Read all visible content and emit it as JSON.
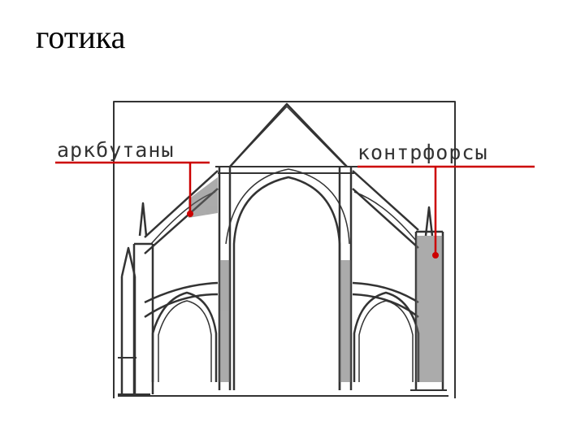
{
  "slide": {
    "title": "готика"
  },
  "diagram": {
    "labels": {
      "flying_buttresses": "аркбутаны",
      "buttresses": "контрфорсы"
    },
    "colors": {
      "pointer": "#cc0000",
      "ink": "#333333"
    }
  }
}
